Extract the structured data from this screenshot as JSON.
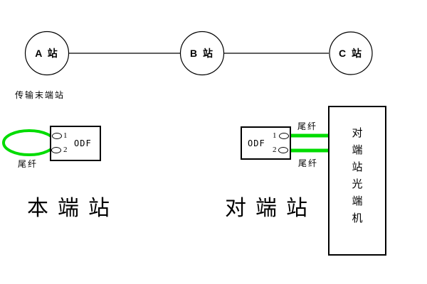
{
  "topology": {
    "stations": [
      {
        "label": "A 站"
      },
      {
        "label": "B 站"
      },
      {
        "label": "C 站"
      }
    ],
    "terminal_note": "传输末端站"
  },
  "local_site": {
    "title": "本端站",
    "odf_label": "ODF",
    "port1": "1",
    "port2": "2",
    "pigtail_label": "尾纤"
  },
  "remote_site": {
    "title": "对端站",
    "odf_label": "ODF",
    "port1": "1",
    "port2": "2",
    "pigtail_label_top": "尾纤",
    "pigtail_label_bottom": "尾纤",
    "terminal_chars": [
      "对",
      "端",
      "站",
      "光",
      "端",
      "机"
    ]
  },
  "colors": {
    "fiber_green": "#00DC00",
    "ink": "#000000",
    "background": "#FFFFFF"
  }
}
